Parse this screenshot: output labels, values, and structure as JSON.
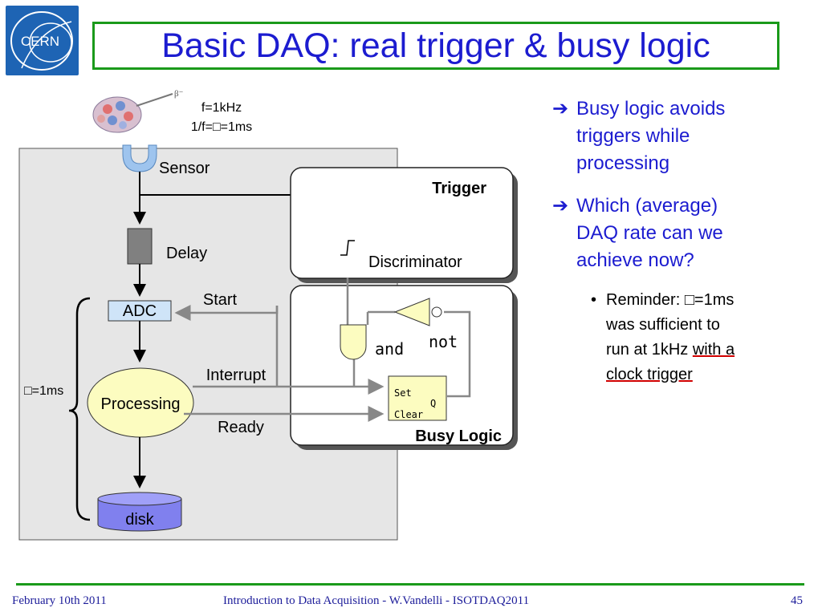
{
  "slide": {
    "title": "Basic DAQ: real trigger & busy logic",
    "accent_color": "#1a9a1a",
    "title_color": "#1c1cd0"
  },
  "logo": {
    "text": "CERN",
    "icon": "cern-logo-icon"
  },
  "diagram": {
    "freq_label": "f=1kHz",
    "period_label": "1/f=□=1ms",
    "sensor": "Sensor",
    "delay": "Delay",
    "adc": "ADC",
    "start": "Start",
    "interrupt": "Interrupt",
    "processing": "Processing",
    "ready": "Ready",
    "disk": "disk",
    "tau_label": "□=1ms",
    "trigger": "Trigger",
    "discriminator": "Discriminator",
    "and_gate": "and",
    "not_gate": "not",
    "set": "Set",
    "q": "Q",
    "clear": "Clear",
    "busy_logic": "Busy Logic"
  },
  "bullets": {
    "b1": [
      "Busy logic avoids",
      "triggers while",
      "processing"
    ],
    "b2": [
      "Which (average)",
      "DAQ rate can we",
      "achieve now?"
    ],
    "sub": {
      "line1": "Reminder: □=1ms",
      "line2": "was sufficient to",
      "line3_plain": "run at 1kHz ",
      "line3_underlined": "with a",
      "line4_underlined": "clock trigger"
    }
  },
  "footer": {
    "date": "February 10th 2011",
    "center": "Introduction to Data Acquisition - W.Vandelli - ISOTDAQ2011",
    "page": "45"
  }
}
